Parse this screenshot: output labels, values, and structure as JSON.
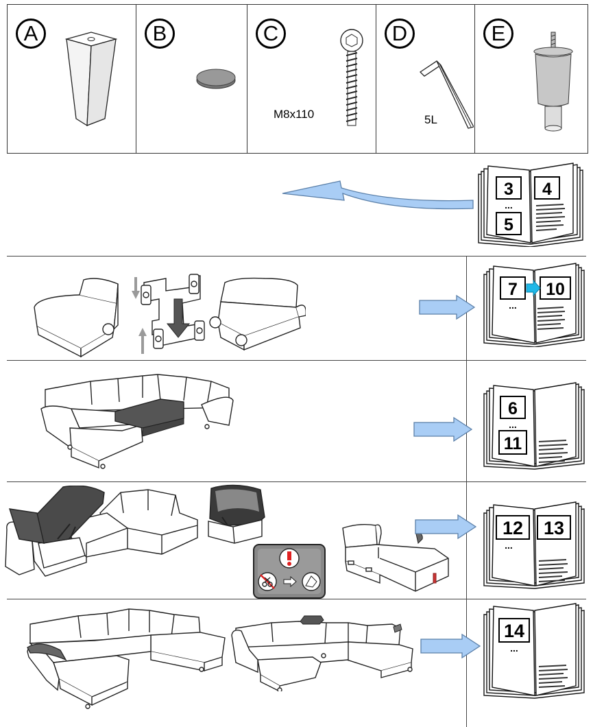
{
  "parts": [
    {
      "letter": "A",
      "label": "",
      "icon": "tapered-leg-icon"
    },
    {
      "letter": "B",
      "label": "",
      "icon": "felt-pad-icon"
    },
    {
      "letter": "C",
      "letter_note": "",
      "label": "M8x110",
      "icon": "bolt-icon"
    },
    {
      "letter": "D",
      "label": "5L",
      "icon": "hex-key-icon"
    },
    {
      "letter": "E",
      "label": "",
      "icon": "round-leg-icon"
    }
  ],
  "steps": [
    {
      "id": "intro",
      "pages": [
        "3",
        "4",
        "5"
      ],
      "icon": "curved-arrow-icon"
    },
    {
      "id": "connect",
      "pages": [
        "7",
        "10"
      ],
      "icon": "connector-bracket-icon"
    },
    {
      "id": "sofa-bed",
      "pages": [
        "6",
        "11"
      ],
      "icon": "sofa-bed-icon"
    },
    {
      "id": "storage",
      "pages": [
        "12",
        "13"
      ],
      "icon": "storage-sofa-icon"
    },
    {
      "id": "headrest",
      "pages": [
        "14"
      ],
      "icon": "headrest-sofa-icon"
    }
  ],
  "ellipsis": "...",
  "colors": {
    "arrow": "#a9cdf5",
    "arrow_border": "#5a7fa8",
    "dark_panel": "#555555",
    "warning": "#e02020"
  }
}
